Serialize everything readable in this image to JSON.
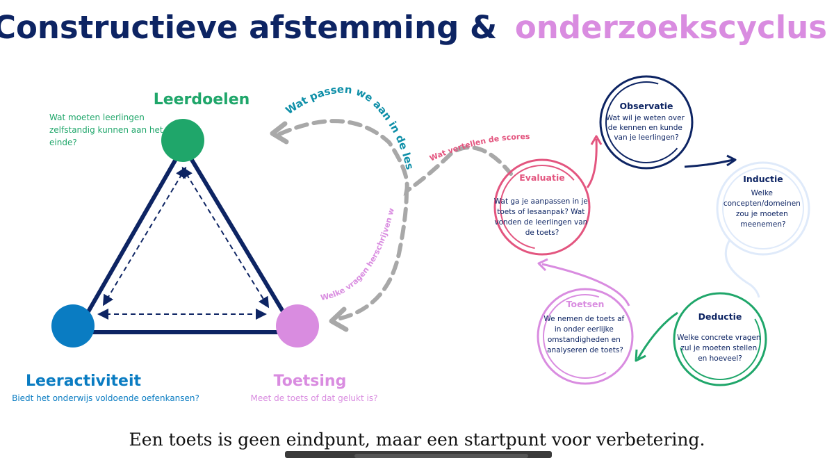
{
  "title": {
    "part1": "Constructieve afstemming &",
    "part2": "onderzoekscyclus"
  },
  "colors": {
    "navy": "#0d2463",
    "lilac": "#d98ce0",
    "green": "#1fa66a",
    "blue": "#0a7cc2",
    "pink": "#e3557f",
    "teal": "#0e8fa8",
    "lightblue": "#dfeafa",
    "gray": "#a8a8a8"
  },
  "triangle": {
    "leerdoelen": {
      "label": "Leerdoelen",
      "question": [
        "Wat moeten leerlingen",
        "zelfstandig kunnen aan het",
        "einde?"
      ]
    },
    "leeractiviteit": {
      "label": "Leeractiviteit",
      "question": "Biedt het onderwijs voldoende oefenkansen?"
    },
    "toetsing": {
      "label": "Toetsing",
      "question": "Meet de toets of dat gelukt is?"
    }
  },
  "arrows": {
    "top": "Wat passen we aan in de les?",
    "middle": "Wat vertellen de scores ons?",
    "bottom": "Welke vragen herschrijven we?"
  },
  "cycle": {
    "observatie": {
      "title": "Observatie",
      "lines": [
        "Wat wil je weten over",
        "de kennen en kunde",
        "van je leerlingen?"
      ]
    },
    "inductie": {
      "title": "Inductie",
      "lines": [
        "Welke",
        "concepten/domeinen",
        "zou je moeten",
        "meenemen?"
      ]
    },
    "deductie": {
      "title": "Deductie",
      "lines": [
        "Welke concrete vragen",
        "zul je moeten stellen",
        "en hoeveel?"
      ]
    },
    "toetsen": {
      "title": "Toetsen",
      "lines": [
        "We nemen de toets af",
        "in onder eerlijke",
        "omstandigheden en",
        "analyseren de toets?"
      ]
    },
    "evaluatie": {
      "title": "Evaluatie",
      "lines": [
        "Wat ga je aanpassen in je",
        "toets of lesaanpak? Wat",
        "vonden de leerlingen van",
        "de toets?"
      ]
    }
  },
  "caption": "Een toets is geen eindpunt, maar een startpunt voor verbetering."
}
